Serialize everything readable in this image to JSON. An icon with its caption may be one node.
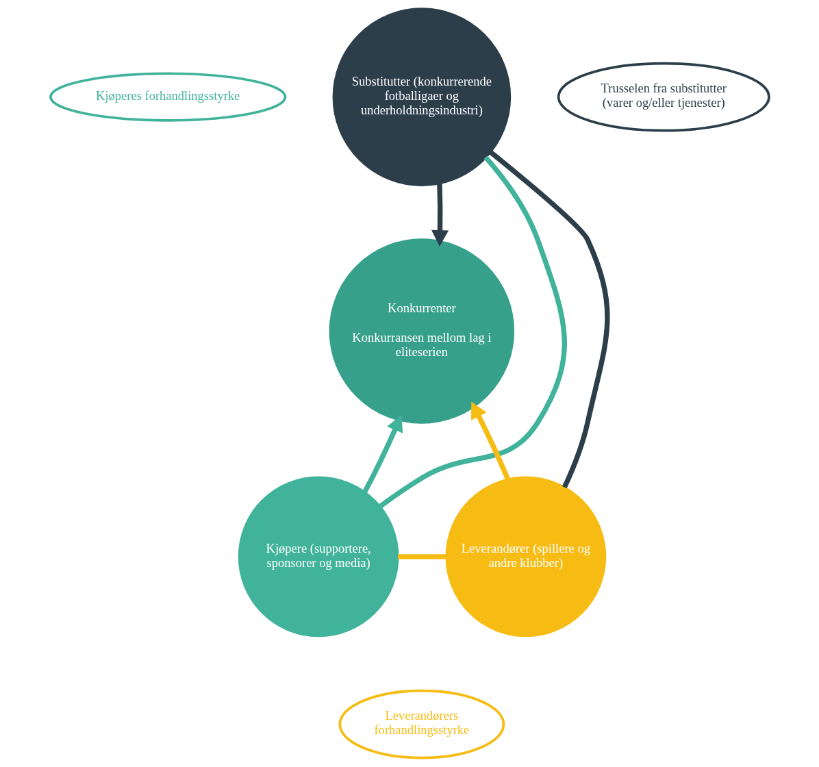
{
  "diagram": {
    "nodes": [
      {
        "text": [
          "Substitutter (konkurrerende fotballigaer og underholdningsindustri)"
        ]
      },
      {
        "text": [
          "Konkurrenter",
          "Konkurransen mellom lag i eliteserien"
        ]
      },
      {
        "text": [
          "Kjøpere (supportere, sponsorer og media)"
        ]
      },
      {
        "text": [
          "Leverandører (spillere og andre klubber)"
        ]
      },
      {
        "text": [
          "Kjøperes forhandlingsstyrke"
        ]
      },
      {
        "text": [
          "Trusselen fra substitutter (varer og/eller tjenester)"
        ]
      },
      {
        "text": [
          "Leverandørers forhandlingsstyrke"
        ]
      }
    ],
    "edges": [
      {
        "from": 0,
        "to": 1,
        "arrow": "to",
        "color": "#2b3e4a"
      },
      {
        "from": 2,
        "to": 1,
        "arrow": "to",
        "color": "#41b39b"
      },
      {
        "from": 3,
        "to": 1,
        "arrow": "to",
        "color": "#f7bc14"
      },
      {
        "from": 0,
        "to": 2,
        "arrow": "none",
        "color": "#41b39b"
      },
      {
        "from": 0,
        "to": 3,
        "arrow": "none",
        "color": "#2b3e4a"
      },
      {
        "from": 2,
        "to": 3,
        "arrow": "none",
        "color": "#f7bc14"
      }
    ]
  }
}
